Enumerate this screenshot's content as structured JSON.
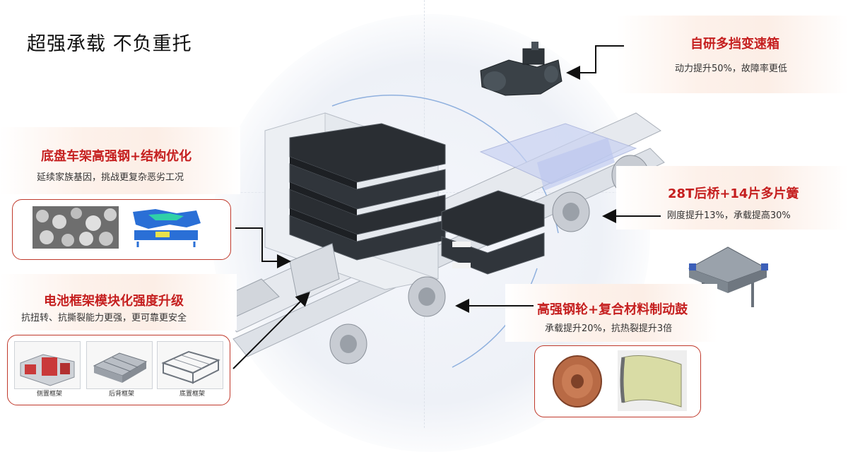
{
  "page": {
    "title": "超强承载 不负重托"
  },
  "callouts": {
    "gearbox": {
      "title": "自研多挡变速箱",
      "subtitle": "动力提升50%，故障率更低"
    },
    "chassis": {
      "title": "底盘车架高强钢+结构优化",
      "subtitle": "延续家族基因，挑战更复杂恶劣工况"
    },
    "axle": {
      "title": "28T后桥+14片多片簧",
      "subtitle": "刚度提升13%，承载提高30%"
    },
    "battery_frame": {
      "title": "电池框架模块化强度升级",
      "subtitle": "抗扭转、抗撕裂能力更强，更可靠更安全",
      "thumbnails": [
        "侧置框架",
        "后背框架",
        "底置框架"
      ]
    },
    "wheel": {
      "title": "高强钢轮+复合材料制动鼓",
      "subtitle": "承载提升20%，抗热裂提升3倍"
    }
  },
  "colors": {
    "accent_red": "#c51f1f",
    "frame_red": "#c0392b",
    "arrow": "#111111"
  }
}
